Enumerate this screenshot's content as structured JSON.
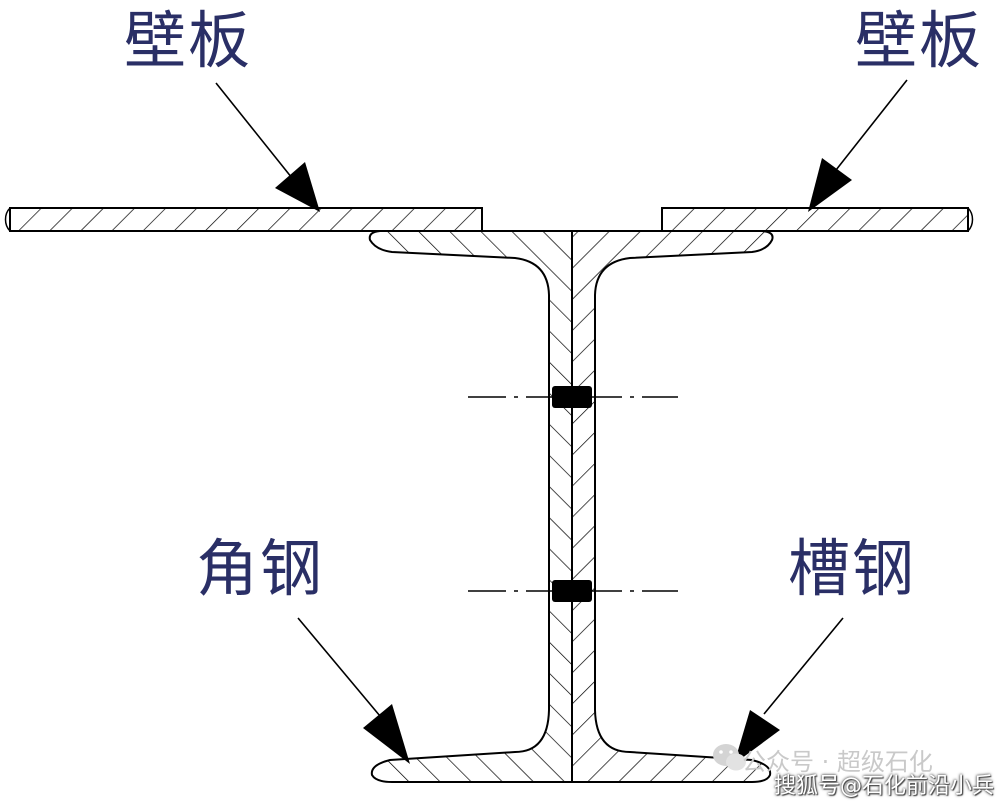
{
  "labels": {
    "top_left": "壁板",
    "top_right": "壁板",
    "bottom_left": "角钢",
    "bottom_right": "槽钢"
  },
  "watermarks": {
    "wechat": "公众号 · 超级石化",
    "sohu": "搜狐号@石化前沿小兵"
  },
  "colors": {
    "label_text": "#2a2f66",
    "line": "#000000",
    "background": "#ffffff"
  }
}
